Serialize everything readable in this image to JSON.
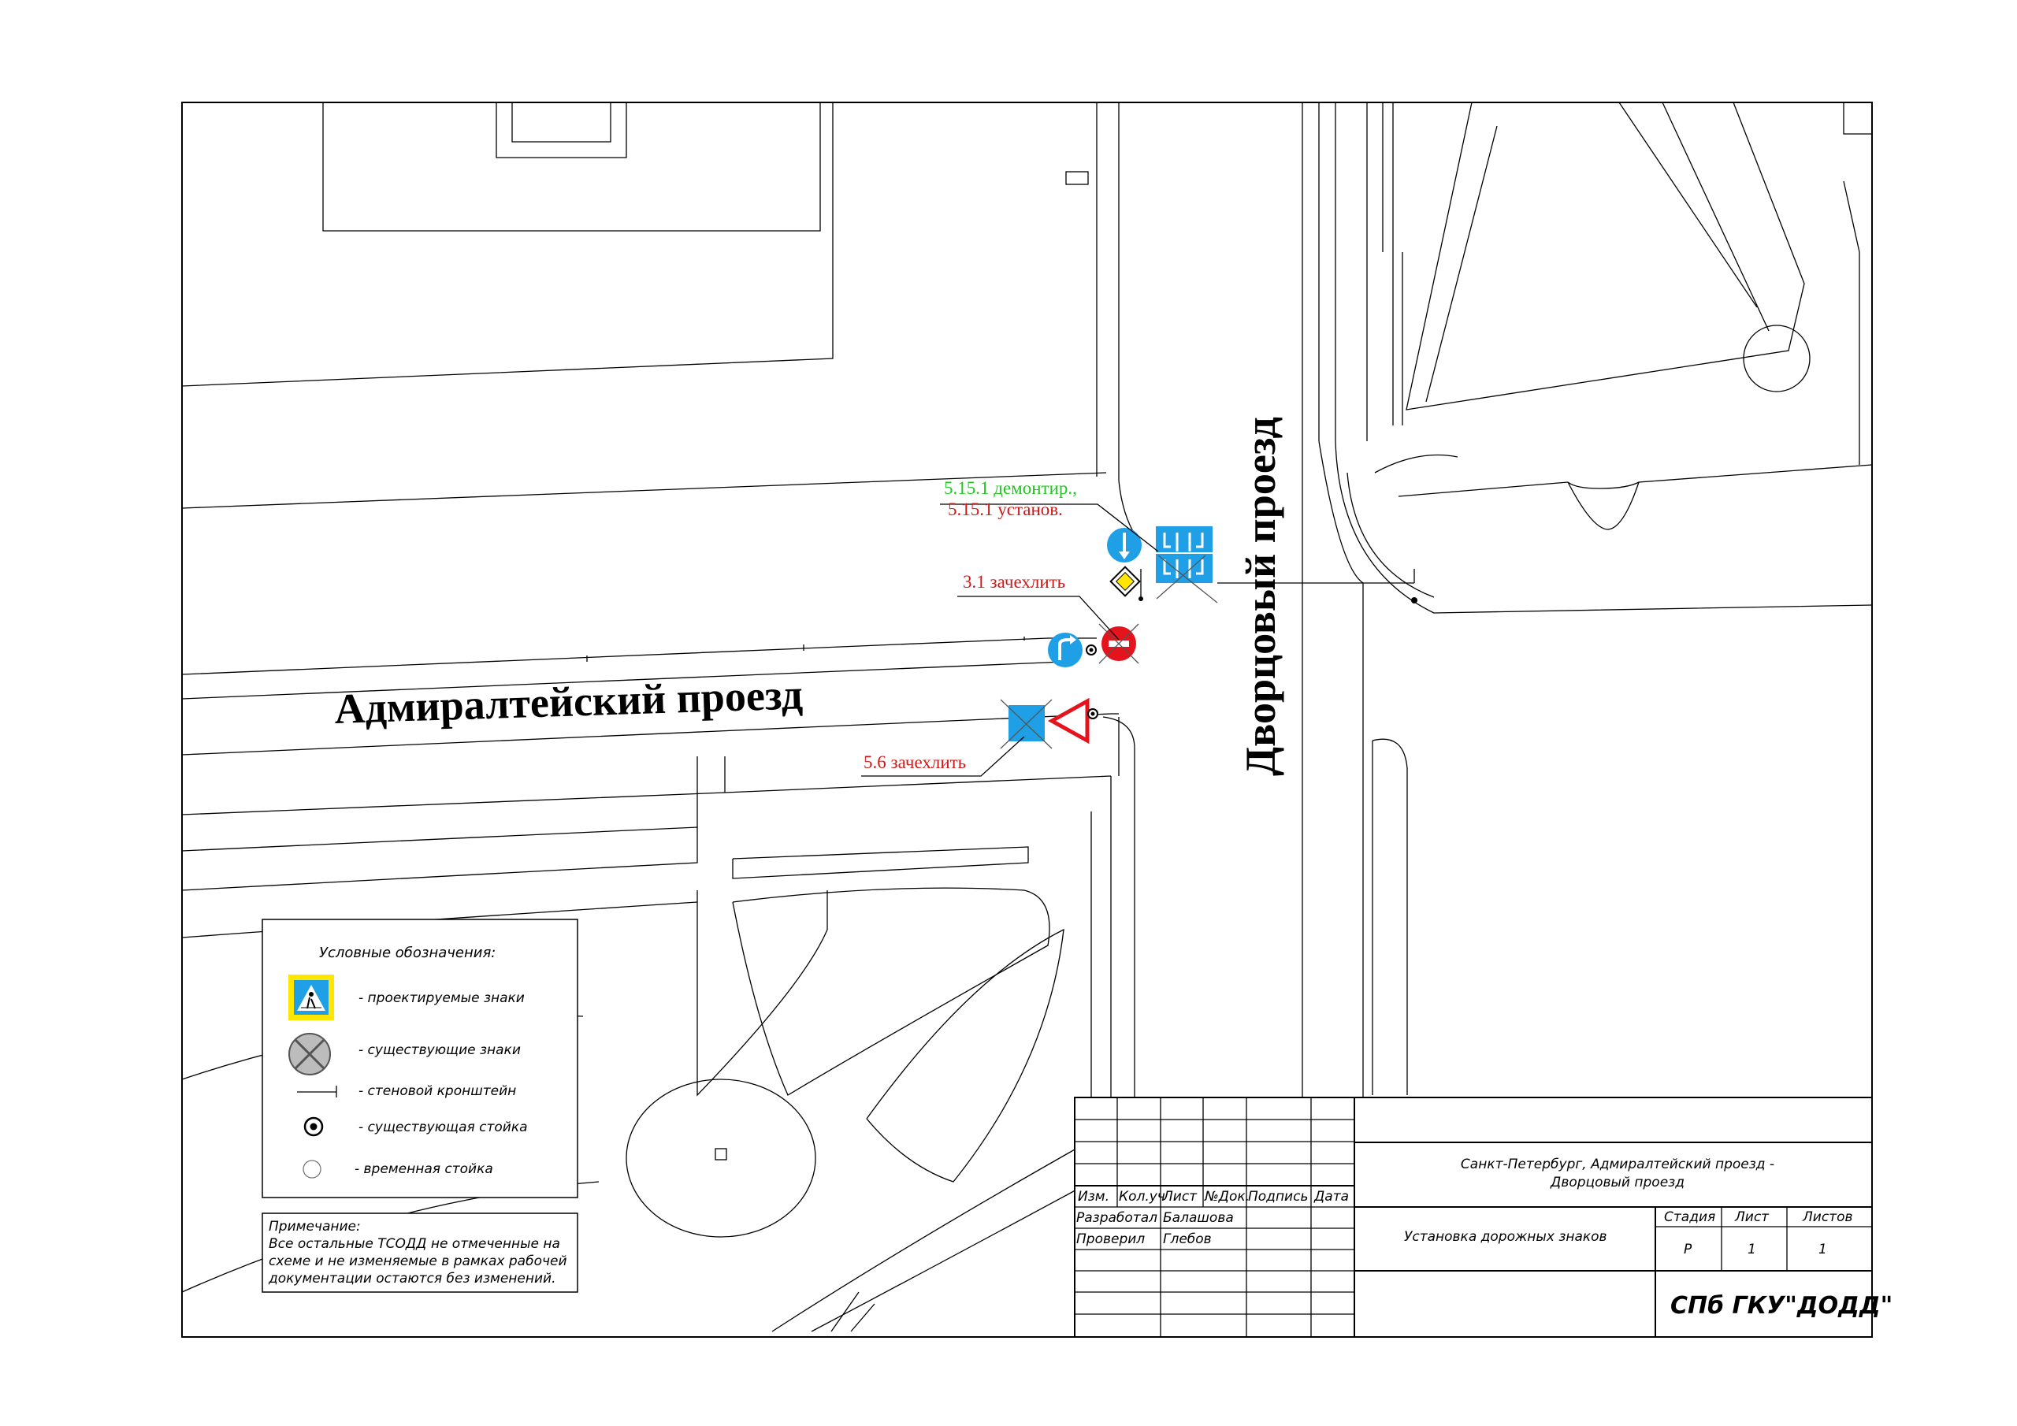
{
  "streets": {
    "admiralty": "Адмиралтейский проезд",
    "palace": "Дворцовый проезд"
  },
  "sign_labels": {
    "demontage": "5.15.1 демонтир.,",
    "install": "5.15.1 установ.",
    "cover_31": "3.1 зачехлить",
    "cover_56": "5.6 зачехлить"
  },
  "legend": {
    "title": "Условные обозначения:",
    "items": [
      {
        "icon": "projected-sign-icon",
        "text": "- проектируемые знаки"
      },
      {
        "icon": "existing-sign-icon",
        "text": "- существующие знаки"
      },
      {
        "icon": "wall-bracket-icon",
        "text": "- стеновой кронштейн"
      },
      {
        "icon": "existing-post-icon",
        "text": "- существующая стойка"
      },
      {
        "icon": "temporary-post-icon",
        "text": "- временная стойка"
      }
    ]
  },
  "note": {
    "title": "Примечание:",
    "lines": [
      "Все остальные ТСОДД не отмеченные на",
      "схеме и не изменяемые в рамках рабочей",
      "документации остаются без изменений."
    ]
  },
  "title_block": {
    "headers": [
      "Изм.",
      "Кол.уч",
      "Лист",
      "№Док.",
      "Подпись",
      "Дата"
    ],
    "developed_label": "Разработал",
    "developed_name": "Балашова",
    "checked_label": "Проверил",
    "checked_name": "Глебов",
    "project_line1": "Санкт-Петербург, Адмиралтейский проезд -",
    "project_line2": "Дворцовый проезд",
    "work_title": "Установка дорожных знаков",
    "stage_label": "Стадия",
    "sheet_label": "Лист",
    "sheets_label": "Листов",
    "stage": "Р",
    "sheet": "1",
    "sheets": "1",
    "organization": "СПб ГКУ\"ДОДД\""
  },
  "colors": {
    "sign_blue": "#1e9fe6",
    "sign_red": "#e5131b",
    "label_red": "#d01818",
    "label_green": "#22c522",
    "legend_yellow": "#ffe600"
  }
}
